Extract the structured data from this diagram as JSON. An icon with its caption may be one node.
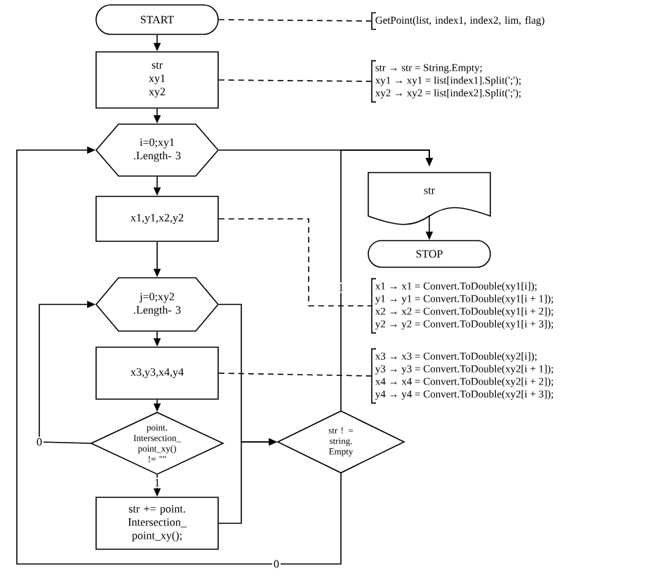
{
  "diagram": {
    "nodes": [
      {
        "text": [
          "START"
        ]
      },
      {
        "text": [
          "str",
          "xy1",
          "xy2"
        ]
      },
      {
        "text": [
          "i=0;xy1 .Length- 3"
        ]
      },
      {
        "text": [
          "str"
        ]
      },
      {
        "text": [
          "STOP"
        ]
      },
      {
        "text": [
          "x1,y1,x2,y2"
        ]
      },
      {
        "text": [
          "j=0;xy2 .Length- 3"
        ]
      },
      {
        "text": [
          "x3,y3,x4,y4"
        ]
      },
      {
        "text": [
          "point. Intersection_ point_xy() != \"\""
        ]
      },
      {
        "text": [
          "str += point. Intersection_ point_xy();"
        ]
      },
      {
        "text": [
          "str ! = string. Empty"
        ]
      },
      {
        "text": [
          "GetPoint(list, index1, index2, lim, flag)"
        ]
      },
      {
        "text": [
          "str → str = String.Empty;",
          "xy1 → xy1 = list[index1].Split(';');",
          "xy2 → xy2 = list[index2].Split(';');"
        ]
      },
      {
        "text": [
          "x1 → x1 = Convert.ToDouble(xy1[i]);",
          "y1 → y1 = Convert.ToDouble(xy1[i + 1]);",
          "x2 → x2 = Convert.ToDouble(xy1[i + 2]);",
          "y2 → y2 = Convert.ToDouble(xy1[i + 3]);"
        ]
      },
      {
        "text": [
          "x3 → x3 = Convert.ToDouble(xy2[i]);",
          "y3 → y3 = Convert.ToDouble(xy2[i + 1]);",
          "x4 → x4 = Convert.ToDouble(xy2[i + 2]);",
          "y4 → y4 = Convert.ToDouble(xy2[i + 3]);"
        ]
      }
    ],
    "edges": [
      {
        "from": 0,
        "to": 1,
        "arrow": "to"
      },
      {
        "from": 1,
        "to": 2,
        "arrow": "to"
      },
      {
        "from": 2,
        "to": 5,
        "arrow": "to"
      },
      {
        "from": 5,
        "to": 6,
        "arrow": "to"
      },
      {
        "from": 6,
        "to": 7,
        "arrow": "to"
      },
      {
        "from": 7,
        "to": 8,
        "arrow": "to"
      },
      {
        "from": 8,
        "to": 9,
        "arrow": "to",
        "label": "1"
      },
      {
        "from": 8,
        "to": 6,
        "arrow": "to",
        "label": "0"
      },
      {
        "from": 9,
        "to": 10,
        "arrow": "to"
      },
      {
        "from": 6,
        "to": 10,
        "arrow": "to"
      },
      {
        "from": 2,
        "to": 3,
        "arrow": "to"
      },
      {
        "from": 10,
        "to": 3,
        "arrow": "to",
        "label": "1"
      },
      {
        "from": 10,
        "to": 2,
        "arrow": "to",
        "label": "0"
      },
      {
        "from": 3,
        "to": 4,
        "arrow": "to"
      },
      {
        "from": 0,
        "to": 11,
        "arrow": "none",
        "style": "dashed"
      },
      {
        "from": 1,
        "to": 12,
        "arrow": "none",
        "style": "dashed"
      },
      {
        "from": 5,
        "to": 13,
        "arrow": "none",
        "style": "dashed"
      },
      {
        "from": 7,
        "to": 14,
        "arrow": "none",
        "style": "dashed"
      }
    ]
  }
}
